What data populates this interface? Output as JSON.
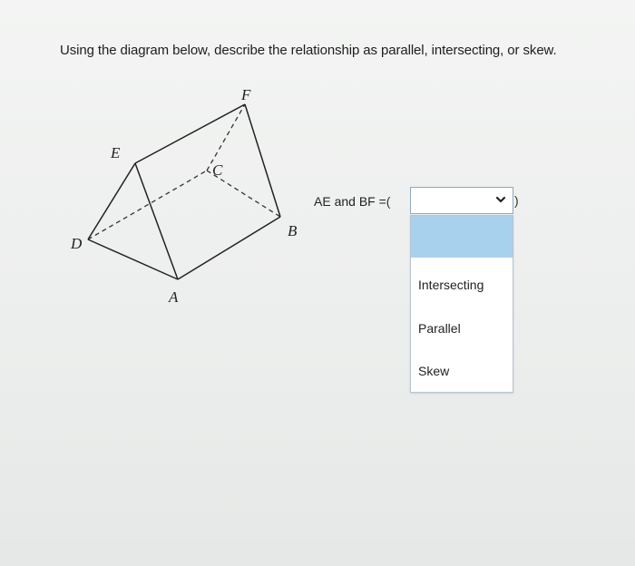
{
  "question": {
    "text": "Using the diagram below, describe the relationship as parallel, intersecting, or skew."
  },
  "diagram": {
    "vertices": {
      "A": "A",
      "B": "B",
      "C": "C",
      "D": "D",
      "E": "E",
      "F": "F"
    }
  },
  "answer": {
    "prompt": "AE and BF = ",
    "open_paren": "(",
    "close_paren": ")",
    "selected_value": "",
    "options": [
      "",
      "Intersecting",
      "Parallel",
      "Skew"
    ]
  },
  "colors": {
    "highlight": "#a8d1ee",
    "select_border": "#8fa8bf"
  },
  "icons": {
    "dropdown": "chevron-down-icon"
  }
}
